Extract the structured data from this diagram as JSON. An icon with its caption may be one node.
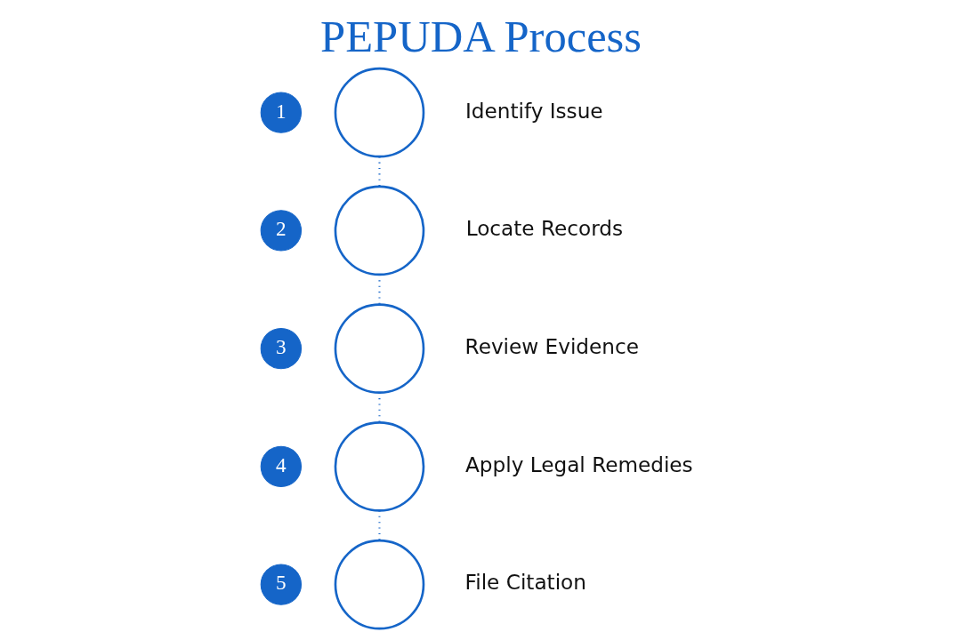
{
  "diagram": {
    "title": "PEPUDA Process",
    "nodes": [
      {
        "text": [
          "1"
        ]
      },
      {
        "text": [],
        "shape": "circle",
        "beside": [
          "Identify Issue"
        ]
      },
      {
        "text": [
          "2"
        ]
      },
      {
        "text": [],
        "shape": "circle",
        "beside": [
          "Locate Records"
        ]
      },
      {
        "text": [
          "3"
        ]
      },
      {
        "text": [],
        "shape": "circle",
        "beside": [
          "Review Evidence"
        ]
      },
      {
        "text": [
          "4"
        ]
      },
      {
        "text": [],
        "shape": "circle",
        "beside": [
          "Apply Legal Remedies"
        ]
      },
      {
        "text": [
          "5"
        ]
      },
      {
        "text": [],
        "shape": "circle",
        "beside": [
          "File Citation"
        ]
      }
    ],
    "edges": [
      {
        "from": 1,
        "to": 3,
        "arrow": "none",
        "style": "dashed"
      },
      {
        "from": 3,
        "to": 5,
        "arrow": "none",
        "style": "dashed"
      },
      {
        "from": 5,
        "to": 7,
        "arrow": "none",
        "style": "dashed"
      },
      {
        "from": 7,
        "to": 9,
        "arrow": "none",
        "style": "dashed"
      }
    ]
  }
}
